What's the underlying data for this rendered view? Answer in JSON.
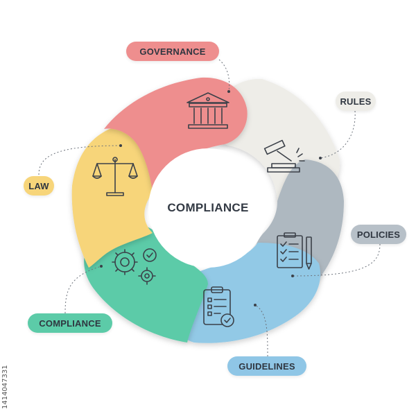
{
  "center": {
    "label": "COMPLIANCE"
  },
  "segments": [
    {
      "id": "governance",
      "label": "GOVERNANCE",
      "color": "#ee8e8e",
      "pill_color": "#ee8e8e",
      "icon": "building-columns-icon"
    },
    {
      "id": "rules",
      "label": "RULES",
      "color": "#eeede8",
      "pill_color": "#eeede8",
      "icon": "gavel-icon"
    },
    {
      "id": "policies",
      "label": "POLICIES",
      "color": "#aeb8c0",
      "pill_color": "#b7c0c8",
      "icon": "clipboard-checklist-pencil-icon"
    },
    {
      "id": "guidelines",
      "label": "GUIDELINES",
      "color": "#92c9e6",
      "pill_color": "#8fc6e6",
      "icon": "clipboard-check-icon"
    },
    {
      "id": "compliance",
      "label": "COMPLIANCE",
      "color": "#5ccba8",
      "pill_color": "#5ccba8",
      "icon": "gears-check-icon"
    },
    {
      "id": "law",
      "label": "LAW",
      "color": "#f7d57a",
      "pill_color": "#f7d57a",
      "icon": "scales-icon"
    }
  ],
  "watermark": "1414047331"
}
